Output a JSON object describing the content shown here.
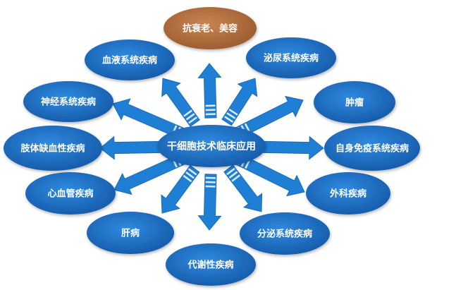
{
  "center": {
    "label": "干细胞技术临床应用"
  },
  "nodes": [
    {
      "id": "anti-aging",
      "label": "抗衰老、美容",
      "highlight": true
    },
    {
      "id": "urinary",
      "label": "泌尿系统疾病"
    },
    {
      "id": "tumor",
      "label": "肿瘤"
    },
    {
      "id": "autoimmune",
      "label": "自身免疫系统疾病"
    },
    {
      "id": "surgical",
      "label": "外科疾病"
    },
    {
      "id": "endocrine",
      "label": "分泌系统疾病"
    },
    {
      "id": "metabolic",
      "label": "代谢性疾病"
    },
    {
      "id": "liver",
      "label": "肝病"
    },
    {
      "id": "cardiovascular",
      "label": "心血管疾病"
    },
    {
      "id": "limb-ischemia",
      "label": "肢体缺血性疾病"
    },
    {
      "id": "nervous",
      "label": "神经系统疾病"
    },
    {
      "id": "blood",
      "label": "血液系统疾病"
    }
  ],
  "colors": {
    "node": "#1f6fc2",
    "node_highlight": "#b5703f",
    "arrow": "#1f7fd4",
    "arrow_light": "#ffffff"
  }
}
